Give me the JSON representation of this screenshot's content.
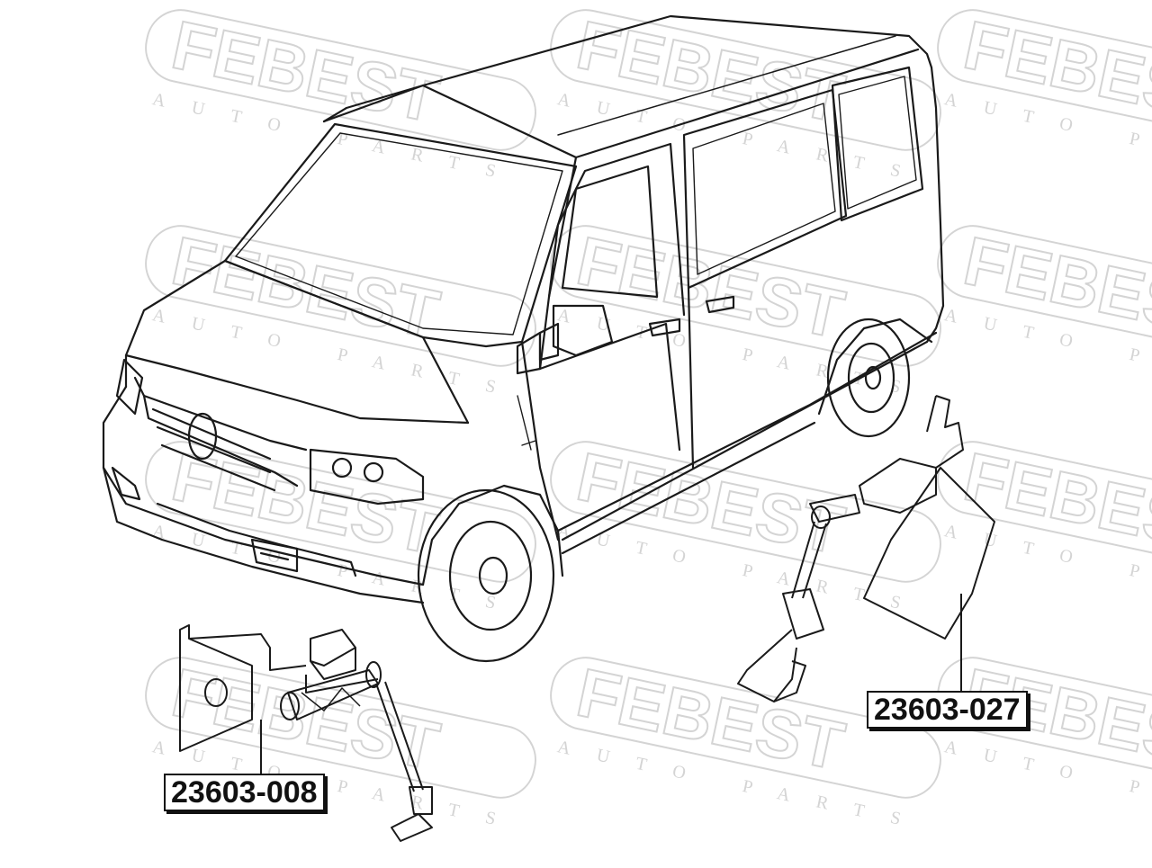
{
  "watermark": {
    "brand": "FEBEST",
    "subtitle": "AUTO PARTS",
    "color": "#d4d4d4"
  },
  "parts": [
    {
      "part_number": "23603-008"
    },
    {
      "part_number": "23603-027"
    }
  ],
  "colors": {
    "line": "#1a1a1a",
    "background": "#ffffff"
  }
}
